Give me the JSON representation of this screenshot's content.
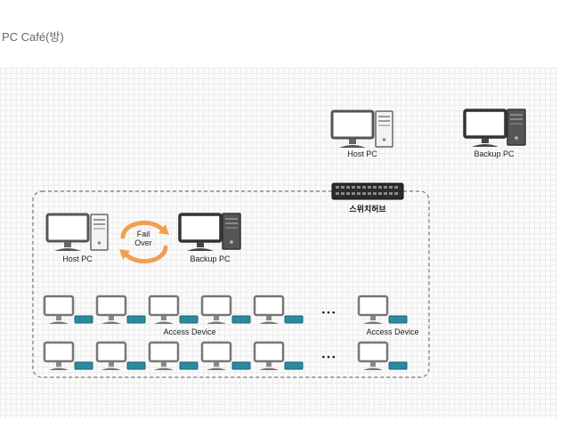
{
  "page": {
    "title": "PC Café(방)"
  },
  "diagram": {
    "top_host_label": "Host PC",
    "top_backup_label": "Backup PC",
    "switch_label": "스위치허브",
    "inner_host_label": "Host PC",
    "inner_backup_label": "Backup PC",
    "failover_line1": "Fail",
    "failover_line2": "Over",
    "access_label_left": "Access Device",
    "access_label_right": "Access Device",
    "ellipsis": "• • •",
    "colors": {
      "monitor_frame": "#555555",
      "backup_dark": "#444444",
      "access_blue": "#2b8a9e",
      "failover_orange": "#f0a050",
      "dashed_border": "#777777"
    },
    "icons": [
      "monitor-icon",
      "pc-tower-icon",
      "switch-hub-icon",
      "failover-arrows-icon",
      "access-device-icon"
    ]
  }
}
